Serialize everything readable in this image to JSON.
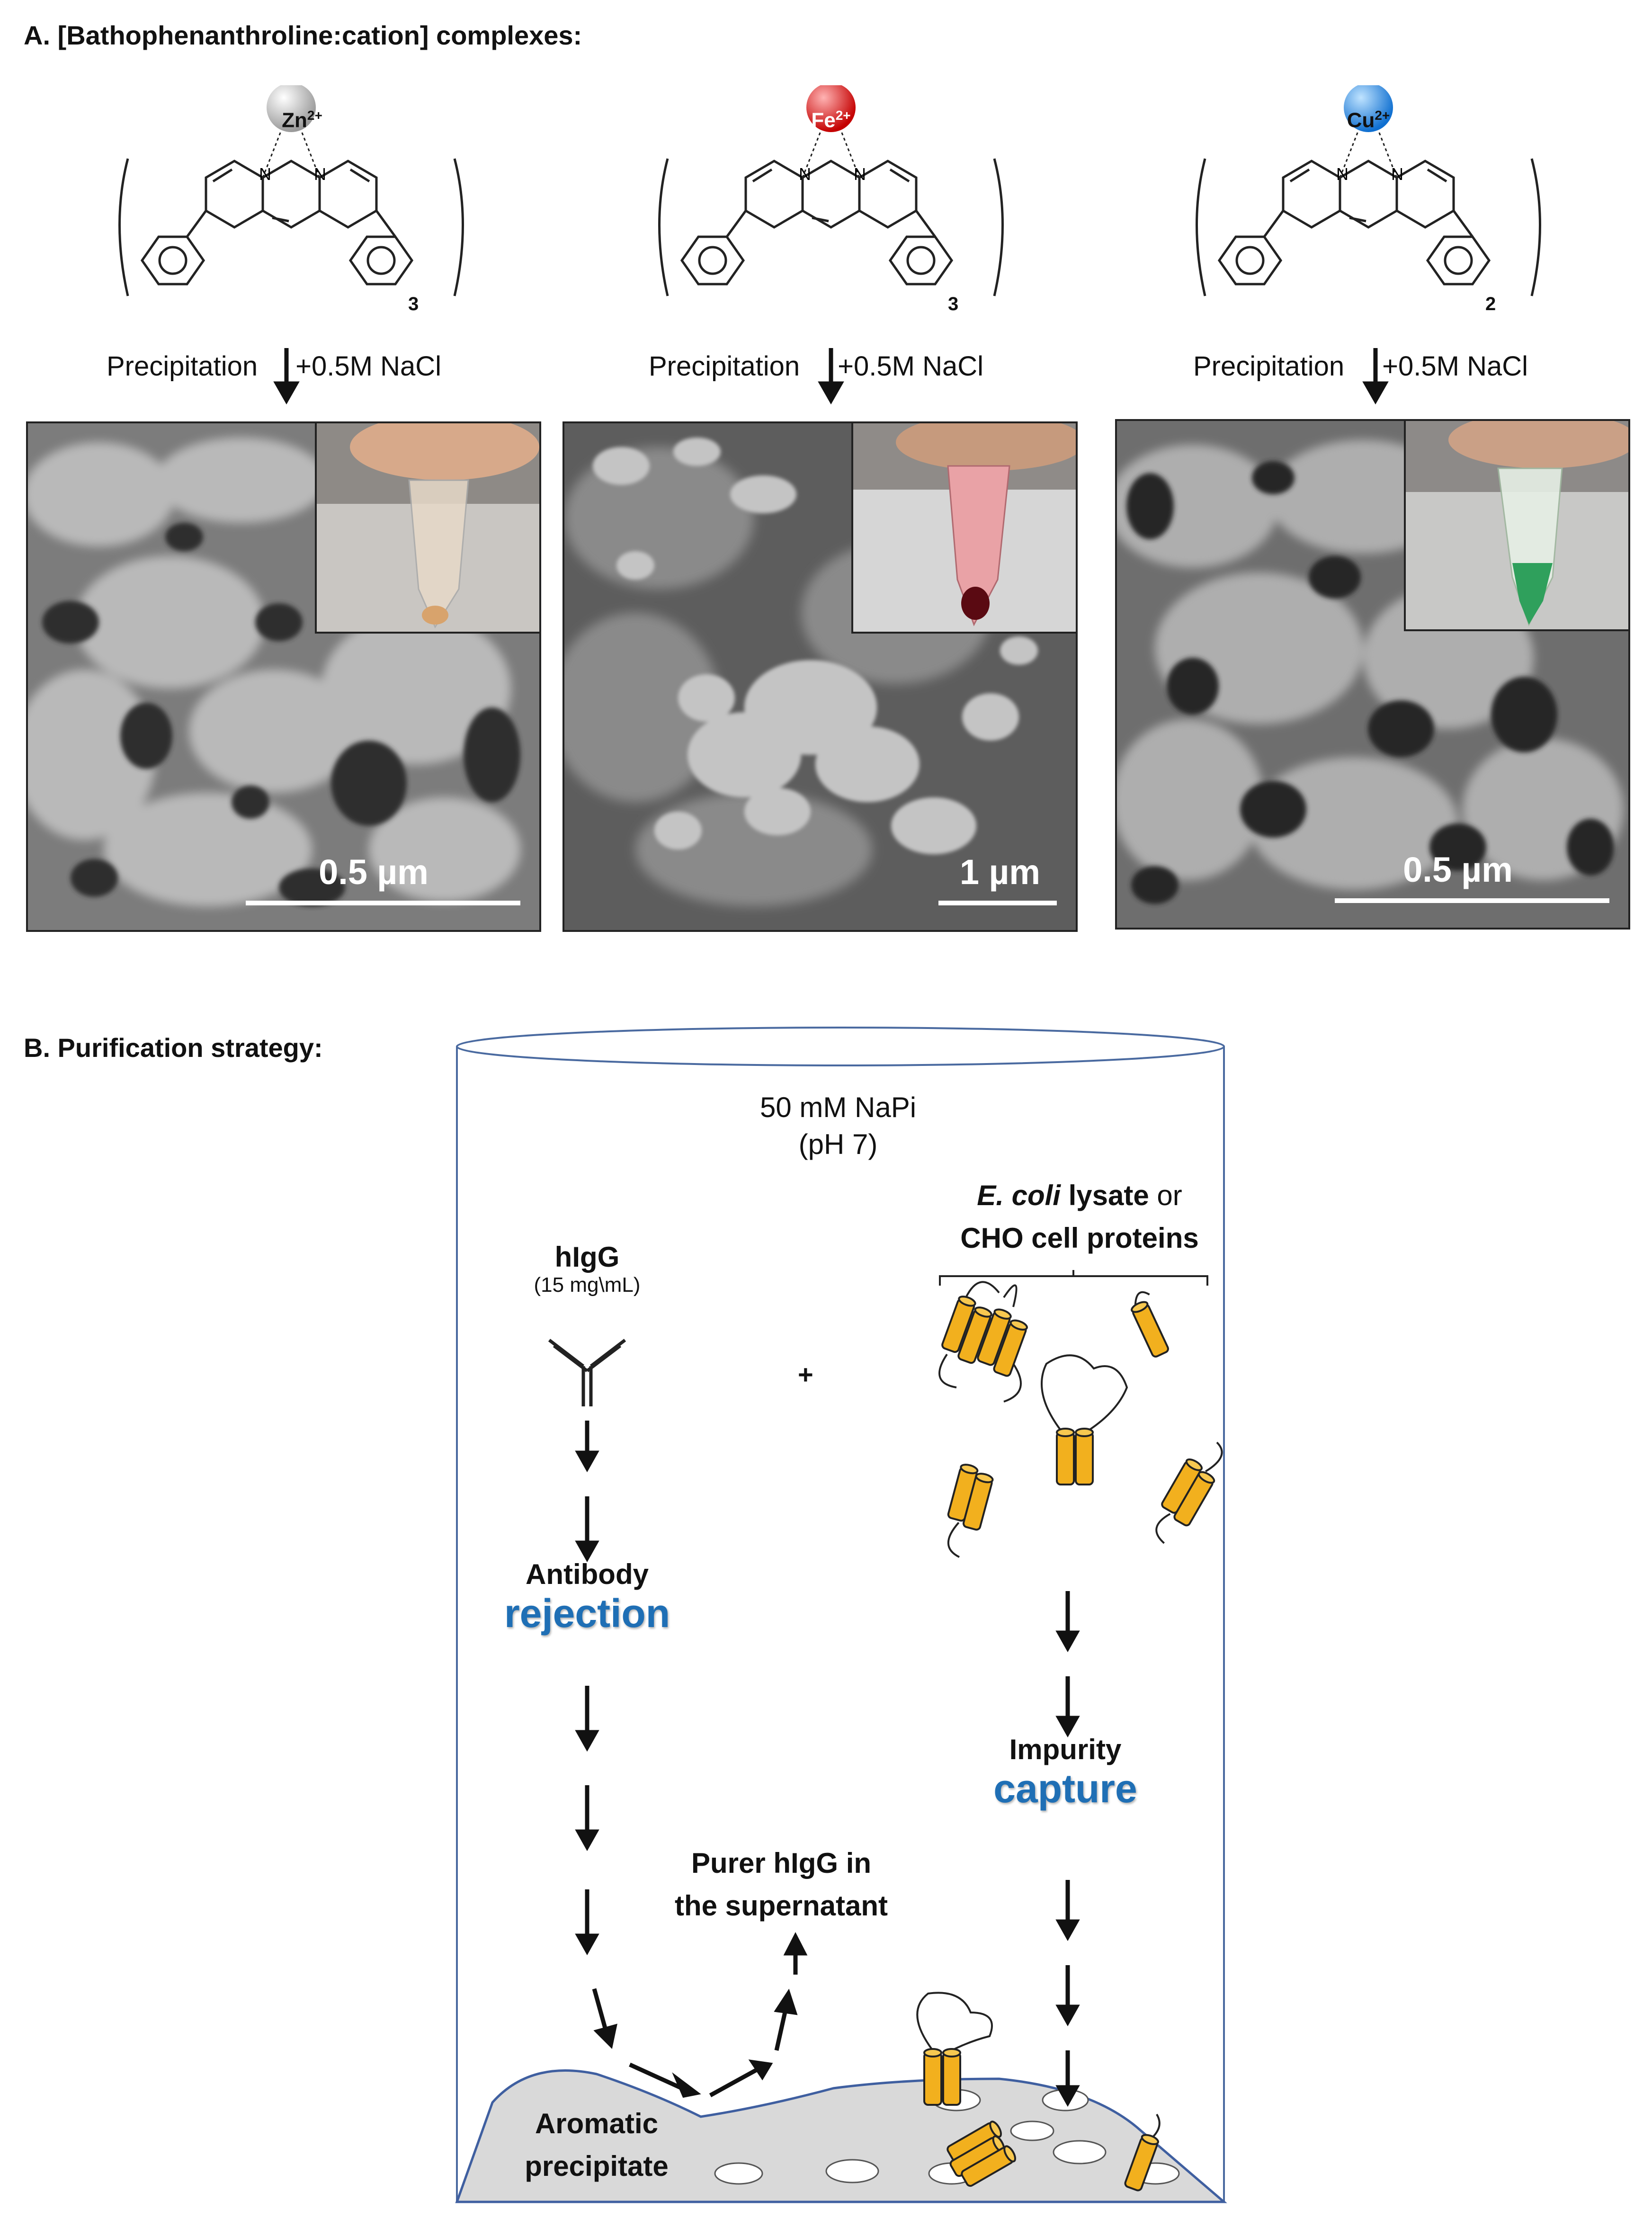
{
  "section_a": {
    "title": "A. [Bathophenanthroline:cation] complexes:",
    "complexes": [
      {
        "cation": "Zn",
        "charge": "2+",
        "stoich": "3",
        "color": "#c8c8c8"
      },
      {
        "cation": "Fe",
        "charge": "2+",
        "stoich": "3",
        "color": "#e02020"
      },
      {
        "cation": "Cu",
        "charge": "2+",
        "stoich": "2",
        "color": "#2a8ee6"
      }
    ],
    "n_label": "N",
    "precip_text": "Precipitation",
    "salt_text": "+0.5M NaCl",
    "panels": [
      {
        "scale": "0.5 µm",
        "tube_color": "#e7d9c8",
        "pellet": "#d8a36c"
      },
      {
        "scale": "1 µm",
        "tube_color": "#e9a2a6",
        "pellet": "#5a0a12"
      },
      {
        "scale": "0.5 µm",
        "tube_color": "#e6efe6",
        "pellet": "#2fa05c"
      }
    ]
  },
  "section_b": {
    "title": "B. Purification strategy:",
    "buffer_line1": "50 mM NaPi",
    "buffer_line2": "(pH 7)",
    "higg": "hIgG",
    "higg_conc": "(15 mg\\mL)",
    "plus": "+",
    "lysate_italic": "E. coli",
    "lysate_rest": " lysate",
    "lysate_or": " or",
    "cho": "CHO cell proteins",
    "antibody": "Antibody",
    "rejection": "rejection",
    "impurity": "Impurity",
    "capture": "capture",
    "purer_line1": "Purer hIgG in",
    "purer_line2": "the supernatant",
    "precip_line1": "Aromatic",
    "precip_line2": "precipitate",
    "protein_color": "#f2b01e"
  }
}
